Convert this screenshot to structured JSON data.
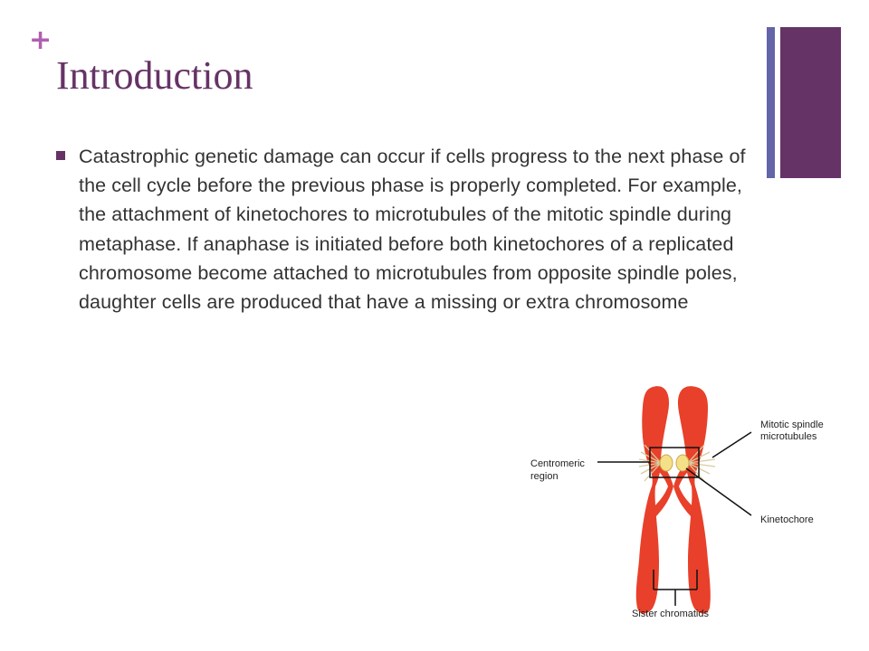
{
  "slide": {
    "marker": "+",
    "title": "Introduction",
    "bullets": [
      "Catastrophic genetic damage can occur if cells progress to the next phase of the cell cycle before the previous phase is properly completed. For example, the attachment of kinetochores to microtubules of the mitotic spindle during metaphase. If anaphase is initiated before both kinetochores of a replicated chromosome become attached to microtubules from opposite spindle poles, daughter cells are produced that have a missing or extra chromosome"
    ]
  },
  "figure": {
    "label_spindle_1": "Mitotic spindle",
    "label_spindle_2": "microtubules",
    "label_centromeric_1": "Centromeric",
    "label_centromeric_2": "region",
    "label_kinetochore": "Kinetochore",
    "label_sister": "Sister chromatids"
  },
  "colors": {
    "accent_purple": "#663366",
    "accent_plus": "#b05fb0",
    "accent_bar_thin": "#6464a8",
    "title_text": "#663366",
    "body_text": "#333333",
    "chromosome_red": "#e8402a",
    "kinetochore_yellow": "#f5e08a"
  },
  "icons": {
    "marker_icon": "plus-icon",
    "bullet_icon": "square-bullet-icon"
  }
}
